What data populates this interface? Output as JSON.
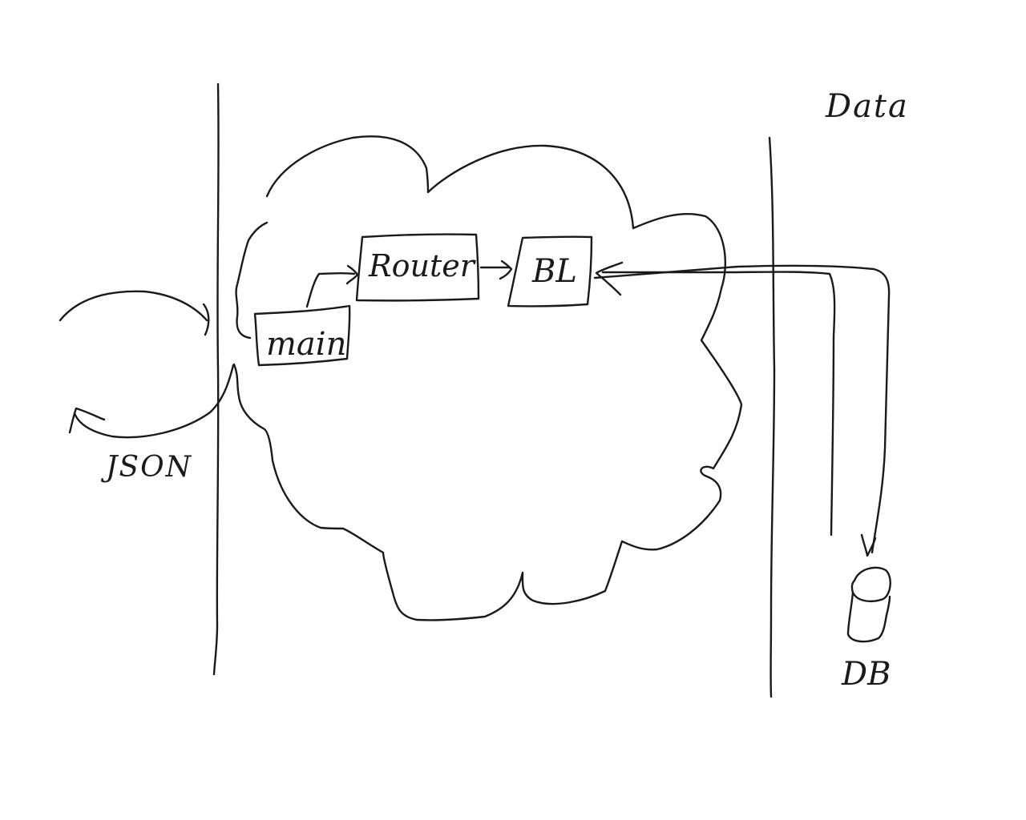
{
  "diagram": {
    "zone_labels": {
      "data": "Data"
    },
    "nodes": {
      "main": "main",
      "router": "Router",
      "bl": "BL",
      "db": "DB"
    },
    "edge_labels": {
      "json": "JSON"
    },
    "icons": {
      "db": "database-cylinder-icon",
      "cloud": "cloud-shape",
      "arrow": "arrow-icon"
    },
    "colors": {
      "ink": "#1a1a1a",
      "background": "#ffffff"
    }
  }
}
